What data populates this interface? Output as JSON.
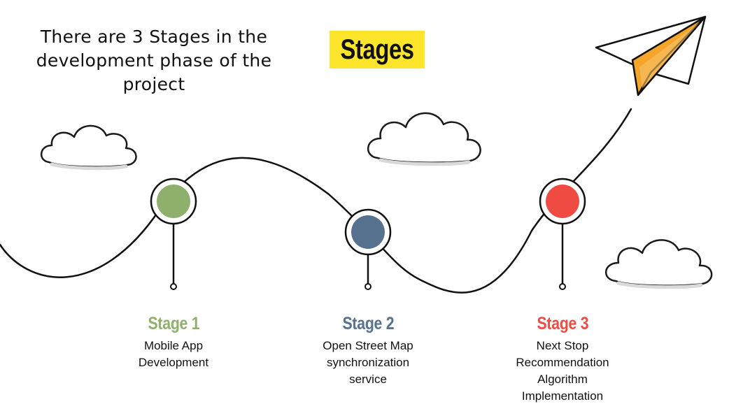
{
  "intro": {
    "line1": "There are 3 Stages in the",
    "line2": "development phase of the",
    "line3": "project"
  },
  "title": "Stages",
  "colors": {
    "title_highlight": "#fde52b",
    "stage1": "#8fb06b",
    "stage2": "#56728e",
    "stage3": "#ef4b43",
    "plane_accent": "#f4a52a",
    "line": "#111111"
  },
  "icons": {
    "plane": "paper-plane-icon",
    "cloud": "cloud-icon"
  },
  "stages": [
    {
      "label": "Stage 1",
      "desc_line1": "Mobile App",
      "desc_line2": "Development",
      "desc_line3": "",
      "desc_line4": ""
    },
    {
      "label": "Stage 2",
      "desc_line1": "Open Street Map",
      "desc_line2": "synchronization",
      "desc_line3": "service",
      "desc_line4": ""
    },
    {
      "label": "Stage 3",
      "desc_line1": "Next Stop",
      "desc_line2": "Recommendation",
      "desc_line3": "Algorithm",
      "desc_line4": "Implementation"
    }
  ]
}
